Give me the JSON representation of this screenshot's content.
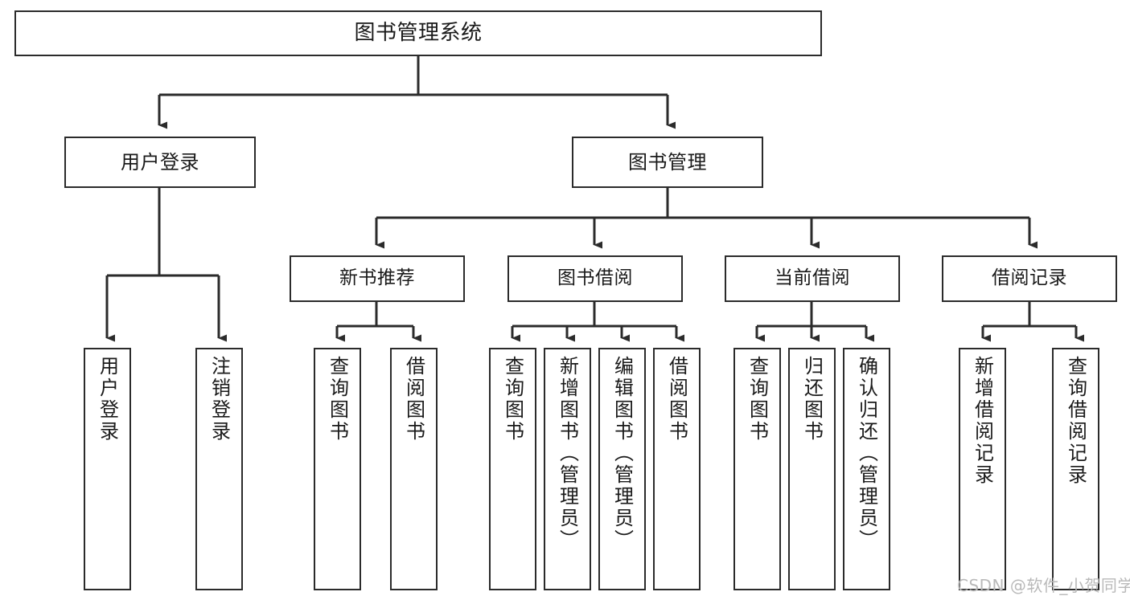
{
  "diagram": {
    "title": "图书管理系统",
    "watermark": "CSDN @软件_小贺同学",
    "line_color": "#2b2b2b",
    "box_fill": "#ffffff",
    "text_color": "#1a1a1a",
    "watermark_color": "#b9b9b9",
    "levels": {
      "root": "图书管理系统",
      "level2": [
        "用户登录",
        "图书管理"
      ],
      "level3": [
        "新书推荐",
        "图书借阅",
        "当前借阅",
        "借阅记录"
      ]
    },
    "nodes": {
      "root": {
        "label": "图书管理系统"
      },
      "user_login": {
        "label": "用户登录"
      },
      "book_manage": {
        "label": "图书管理"
      },
      "new_book_rec": {
        "label": "新书推荐"
      },
      "book_borrow": {
        "label": "图书借阅"
      },
      "current_borrow": {
        "label": "当前借阅"
      },
      "borrow_record": {
        "label": "借阅记录"
      },
      "leaf_user_login": {
        "label": "用户登录"
      },
      "leaf_logout": {
        "label": "注销登录"
      },
      "leaf_query_book_a": {
        "label": "查询图书"
      },
      "leaf_borrow_book_a": {
        "label": "借阅图书"
      },
      "leaf_query_book_b": {
        "label": "查询图书"
      },
      "leaf_add_book_admin": {
        "label": "新增图书（管理员）"
      },
      "leaf_edit_book_admin": {
        "label": "编辑图书（管理员）"
      },
      "leaf_borrow_book_b": {
        "label": "借阅图书"
      },
      "leaf_query_book_c": {
        "label": "查询图书"
      },
      "leaf_return_book": {
        "label": "归还图书"
      },
      "leaf_confirm_return_admin": {
        "label": "确认归还（管理员）"
      },
      "leaf_add_record": {
        "label": "新增借阅记录"
      },
      "leaf_query_record": {
        "label": "查询借阅记录"
      }
    }
  }
}
